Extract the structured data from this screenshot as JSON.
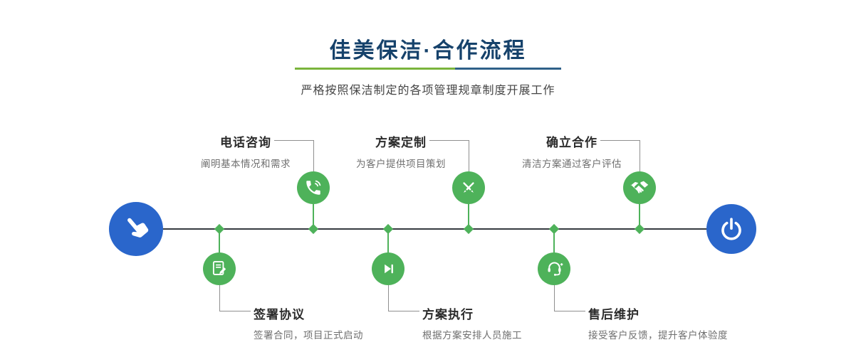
{
  "header": {
    "title": "佳美保洁·合作流程",
    "subtitle": "严格按照保洁制定的各项管理规章制度开展工作"
  },
  "colors": {
    "title_navy": "#16426b",
    "node_green": "#4eb25a",
    "endpoint_blue": "#2a66cb",
    "timeline": "#363b40",
    "underline_green": "#7ab43c",
    "underline_blue": "#2f6189"
  },
  "timeline": {
    "start_icon": "hand-pointer-icon",
    "end_icon": "power-icon"
  },
  "steps_top": [
    {
      "title": "电话咨询",
      "desc": "阐明基本情况和需求",
      "icon": "phone-icon"
    },
    {
      "title": "方案定制",
      "desc": "为客户提供项目策划",
      "icon": "design-tools-icon"
    },
    {
      "title": "确立合作",
      "desc": "清洁方案通过客户评估",
      "icon": "handshake-icon"
    }
  ],
  "steps_bottom": [
    {
      "title": "签署协议",
      "desc": "签署合同，项目正式启动",
      "icon": "contract-icon"
    },
    {
      "title": "方案执行",
      "desc": "根据方案安排人员施工",
      "icon": "play-next-icon"
    },
    {
      "title": "售后维护",
      "desc": "接受客户反馈，提升客户体验度",
      "icon": "support-headset-icon"
    }
  ]
}
